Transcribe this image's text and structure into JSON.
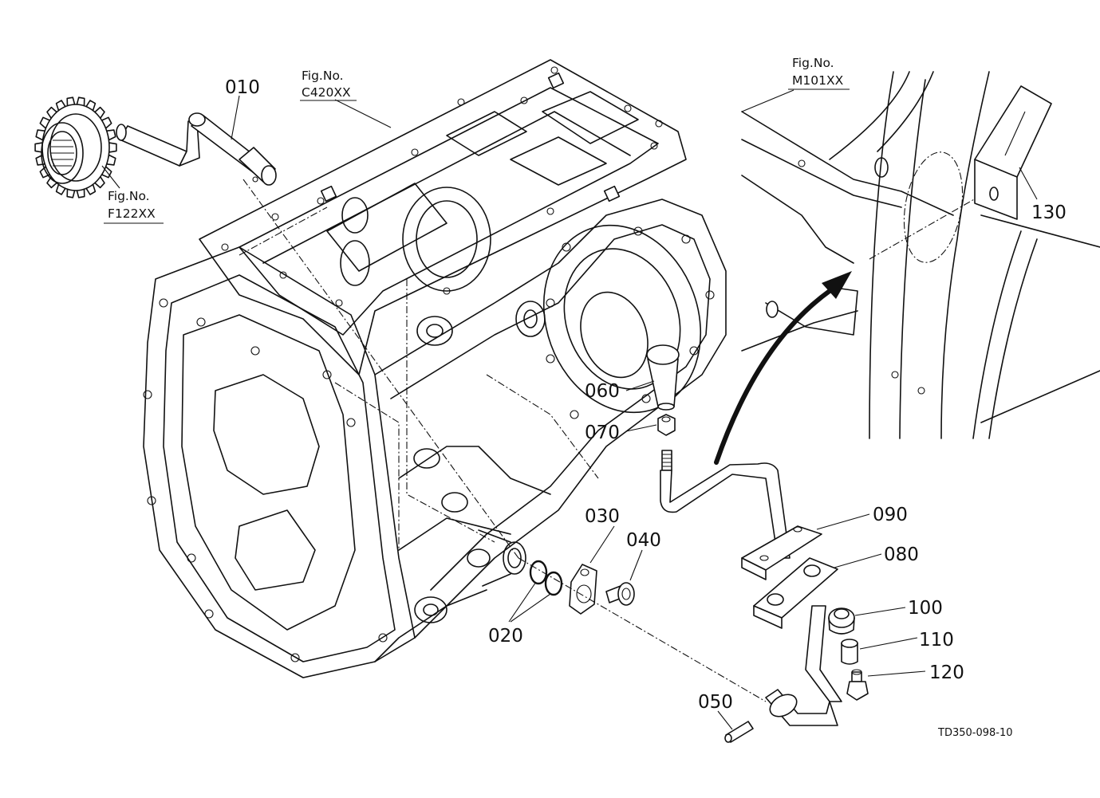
{
  "drawing_code": "TD350-098-10",
  "figure_refs": [
    {
      "label": "Fig.No.",
      "number": "C420XX"
    },
    {
      "label": "Fig.No.",
      "number": "F122XX"
    },
    {
      "label": "Fig.No.",
      "number": "M101XX"
    }
  ],
  "parts": [
    "010",
    "020",
    "030",
    "040",
    "050",
    "060",
    "070",
    "080",
    "090",
    "100",
    "110",
    "120",
    "130"
  ]
}
